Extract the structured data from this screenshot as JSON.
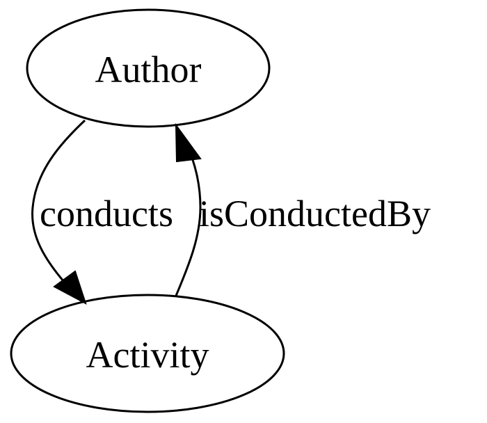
{
  "nodes": {
    "author": {
      "label": "Author"
    },
    "activity": {
      "label": "Activity"
    }
  },
  "edges": {
    "conducts": {
      "label": "conducts",
      "from": "Author",
      "to": "Activity"
    },
    "isConductedBy": {
      "label": "isConductedBy",
      "from": "Activity",
      "to": "Author"
    }
  },
  "colors": {
    "stroke": "#000000",
    "background": "#ffffff"
  }
}
